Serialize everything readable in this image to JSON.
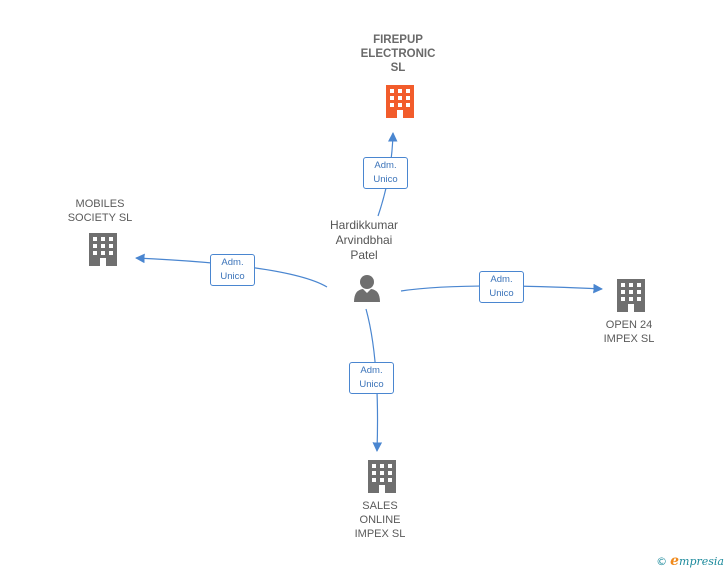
{
  "center": {
    "name": "Hardikkumar\nArvindbhai\nPatel",
    "icon": "person-icon"
  },
  "companies": [
    {
      "id": "firepup",
      "name": "FIREPUP\nELECTRONIC\nSL",
      "icon": "building-icon",
      "color": "#f25c2b",
      "highlighted": true
    },
    {
      "id": "mobiles",
      "name": "MOBILES\nSOCIETY  SL",
      "icon": "building-icon",
      "color": "#6f6f6f",
      "highlighted": false
    },
    {
      "id": "open24",
      "name": "OPEN 24\nIMPEX  SL",
      "icon": "building-icon",
      "color": "#6f6f6f",
      "highlighted": false
    },
    {
      "id": "sales",
      "name": "SALES\nONLINE\nIMPEX  SL",
      "icon": "building-icon",
      "color": "#6f6f6f",
      "highlighted": false
    }
  ],
  "relations": [
    {
      "to": "firepup",
      "label": "Adm.\nUnico"
    },
    {
      "to": "mobiles",
      "label": "Adm.\nUnico"
    },
    {
      "to": "open24",
      "label": "Adm.\nUnico"
    },
    {
      "to": "sales",
      "label": "Adm.\nUnico"
    }
  ],
  "colors": {
    "edge": "#4a86d0",
    "person": "#6f6f6f"
  },
  "watermark": {
    "symbol": "©",
    "brand_initial": "e",
    "brand_rest": "mpresia"
  }
}
